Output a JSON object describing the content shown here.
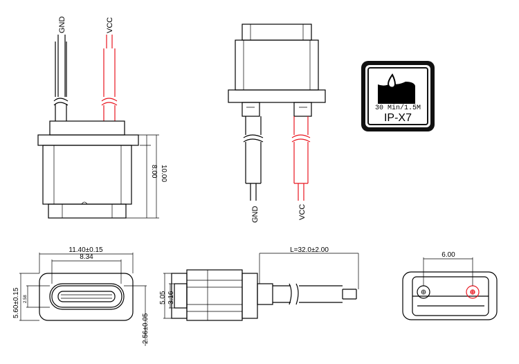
{
  "top_left_view": {
    "gnd_label": "GND",
    "vcc_label": "VCC",
    "dim_height_inner": "8.00",
    "dim_height_outer": "10.00"
  },
  "top_middle_view": {
    "gnd_label": "GND",
    "vcc_label": "VCC"
  },
  "ip_badge": {
    "spec": "30 Min/1.5M",
    "rating": "IP-X7"
  },
  "front_view": {
    "dim_outer_width": "11.40±0.15",
    "dim_port_width": "8.34",
    "dim_outer_height": "5.60±0.15",
    "dim_port_height": "2.58",
    "dim_offset": "2.56±0.05"
  },
  "side_view": {
    "dim_height_outer": "5.05",
    "dim_height_inner": "3.16",
    "dim_cable_length": "L=32.0±2.00"
  },
  "rear_view": {
    "dim_pin_spacing": "6.00"
  },
  "colors": {
    "vcc_wire": "#e8141e",
    "line": "#000000"
  }
}
